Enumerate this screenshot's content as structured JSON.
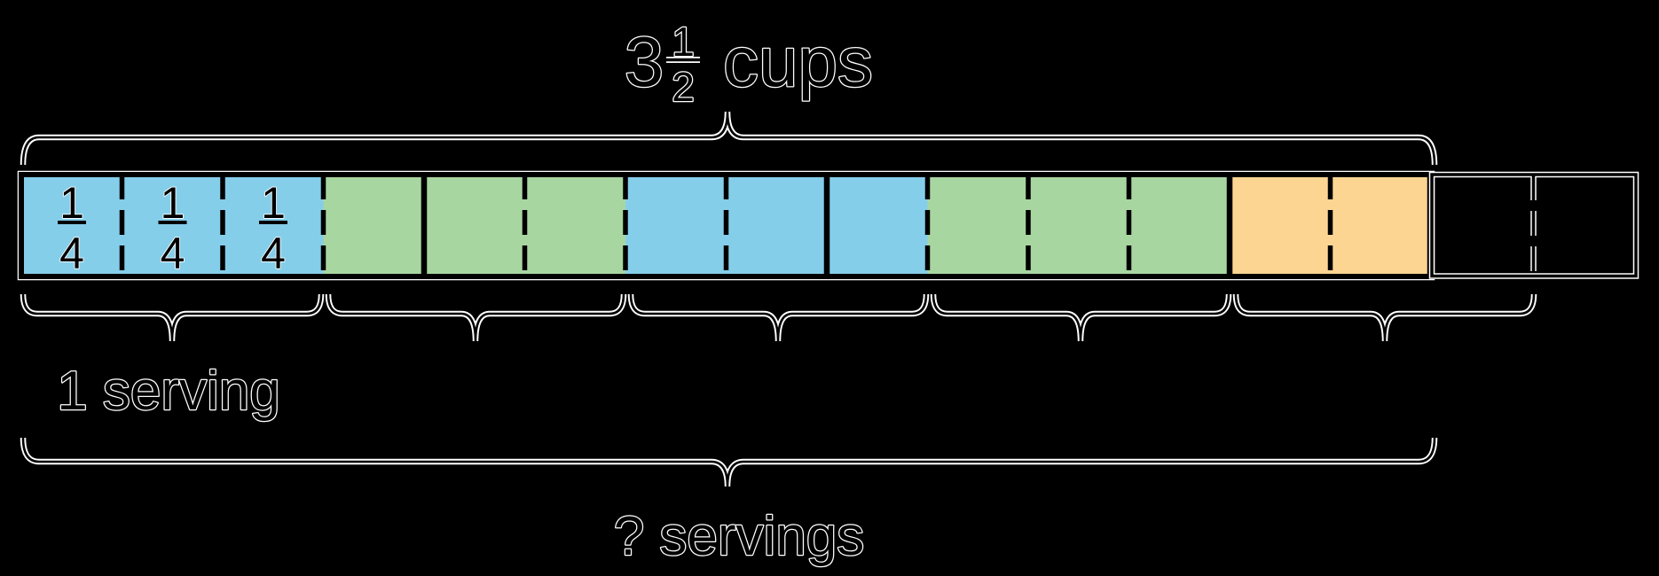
{
  "palette": {
    "background": "#000000",
    "blue": "#85CEEA",
    "green": "#A8D6A0",
    "orange": "#FCD592",
    "ink": "#000000",
    "halo": "#FFFFFF"
  },
  "top_label": {
    "whole": "3",
    "numerator": "1",
    "denominator": "2",
    "unit": "cups"
  },
  "cell_label": {
    "numerator": "1",
    "denominator": "4"
  },
  "bottom_labels": {
    "serving": "1 serving",
    "question": "? servings"
  },
  "diagram": {
    "type": "tape-diagram",
    "description": "3 1/2 cups partitioned into 1/4-cup cells grouped into 3/4-cup servings",
    "total_bracket_label": "3 1/2 cups",
    "serving_bracket_label": "1 serving",
    "question_bracket_label": "? servings",
    "quarter_cells": [
      {
        "index": 1,
        "color": "blue",
        "label": "1/4"
      },
      {
        "index": 2,
        "color": "blue",
        "label": "1/4"
      },
      {
        "index": 3,
        "color": "blue",
        "label": "1/4"
      },
      {
        "index": 4,
        "color": "green",
        "label": ""
      },
      {
        "index": 5,
        "color": "green",
        "label": ""
      },
      {
        "index": 6,
        "color": "green",
        "label": ""
      },
      {
        "index": 7,
        "color": "blue",
        "label": ""
      },
      {
        "index": 8,
        "color": "blue",
        "label": ""
      },
      {
        "index": 9,
        "color": "blue",
        "label": ""
      },
      {
        "index": 10,
        "color": "green",
        "label": ""
      },
      {
        "index": 11,
        "color": "green",
        "label": ""
      },
      {
        "index": 12,
        "color": "green",
        "label": ""
      },
      {
        "index": 13,
        "color": "orange",
        "label": ""
      },
      {
        "index": 14,
        "color": "orange",
        "label": ""
      },
      {
        "index": 15,
        "color": "empty",
        "label": ""
      },
      {
        "index": 16,
        "color": "empty",
        "label": ""
      }
    ],
    "colored_quarters": 14,
    "empty_quarters": 2,
    "serving_groups": 5,
    "quarters_per_serving": 3,
    "cup_boundaries_after_quarters": [
      4,
      8,
      12
    ]
  }
}
